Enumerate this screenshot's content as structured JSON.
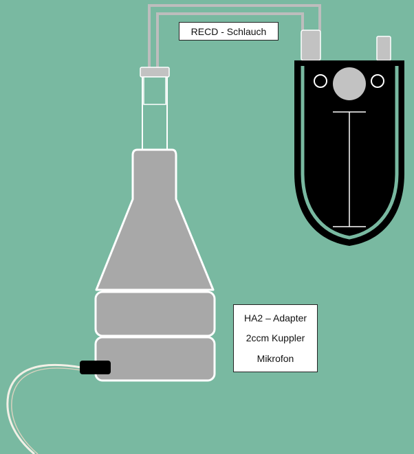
{
  "colors": {
    "background": "#79b9a1",
    "gray_body": "#a8a8a8",
    "gray_light": "#c2c2c2",
    "outline": "#ffffff",
    "device_black": "#000000",
    "tube": "#bdbdbd",
    "cable": "#f2f0e6"
  },
  "labels": {
    "recd_tube": "RECD - Schlauch",
    "ha2_adapter": "HA2 – Adapter",
    "coupler": "2ccm Kuppler",
    "microphone": "Mikrofon"
  }
}
